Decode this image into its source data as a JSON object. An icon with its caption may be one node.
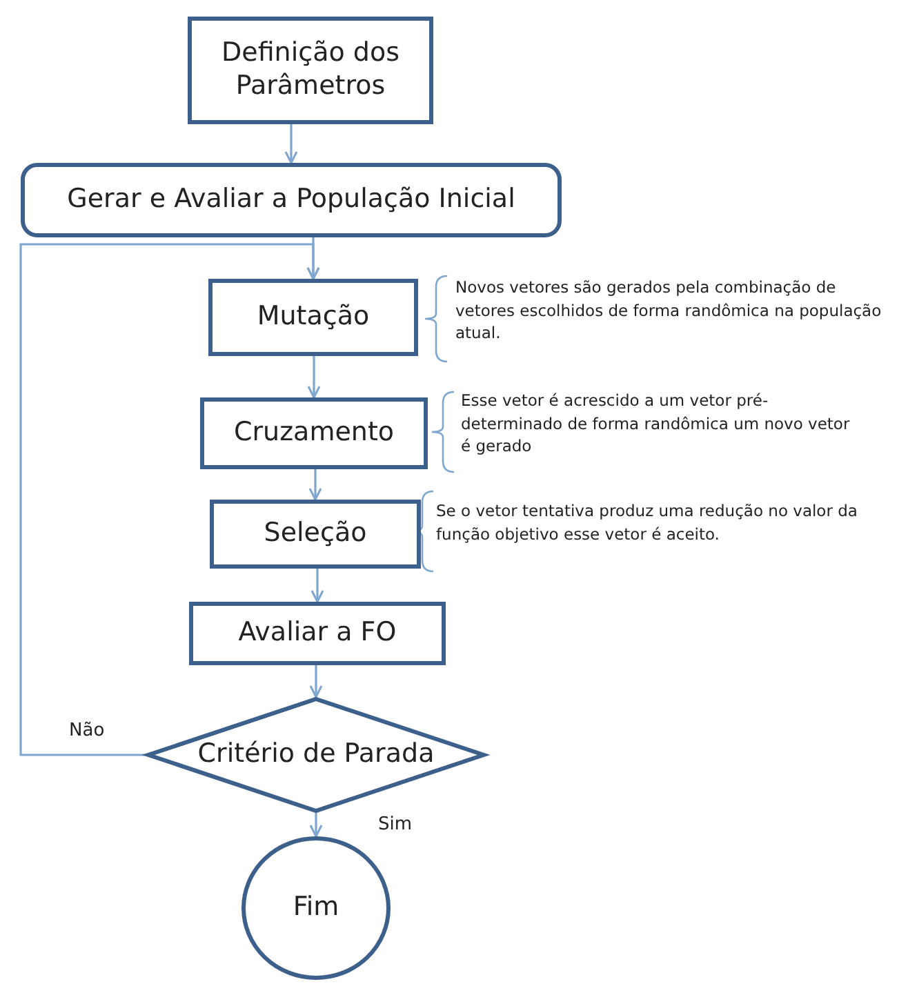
{
  "diagram": {
    "nodes": [
      {
        "text": [
          "Definição dos Parâmetros"
        ]
      },
      {
        "text": [
          "Gerar e Avaliar a População Inicial"
        ]
      },
      {
        "text": [
          "Mutação"
        ],
        "beside": [
          "Novos vetores são gerados pela combinação de vetores escolhidos de forma randômica na população atual."
        ]
      },
      {
        "text": [
          "Cruzamento"
        ],
        "beside": [
          "Esse vetor é acrescido a um vetor pré-determinado de forma randômica um novo vetor é gerado"
        ]
      },
      {
        "text": [
          "Seleção"
        ],
        "beside": [
          "Se o vetor tentativa produz uma redução no valor da função objetivo esse vetor é aceito."
        ]
      },
      {
        "text": [
          "Avaliar a FO"
        ]
      },
      {
        "text": [
          "Critério de Parada"
        ]
      },
      {
        "text": [
          "Fim"
        ]
      }
    ],
    "edges": [
      {
        "from": 0,
        "to": 1,
        "arrow": "to"
      },
      {
        "from": 1,
        "to": 2,
        "arrow": "to"
      },
      {
        "from": 2,
        "to": 3,
        "arrow": "to"
      },
      {
        "from": 3,
        "to": 4,
        "arrow": "to"
      },
      {
        "from": 4,
        "to": 5,
        "arrow": "to"
      },
      {
        "from": 5,
        "to": 6,
        "arrow": "to"
      },
      {
        "from": 6,
        "to": 7,
        "arrow": "to",
        "label": "Sim"
      },
      {
        "from": 6,
        "to": 2,
        "arrow": "to",
        "label": "Não"
      }
    ]
  }
}
